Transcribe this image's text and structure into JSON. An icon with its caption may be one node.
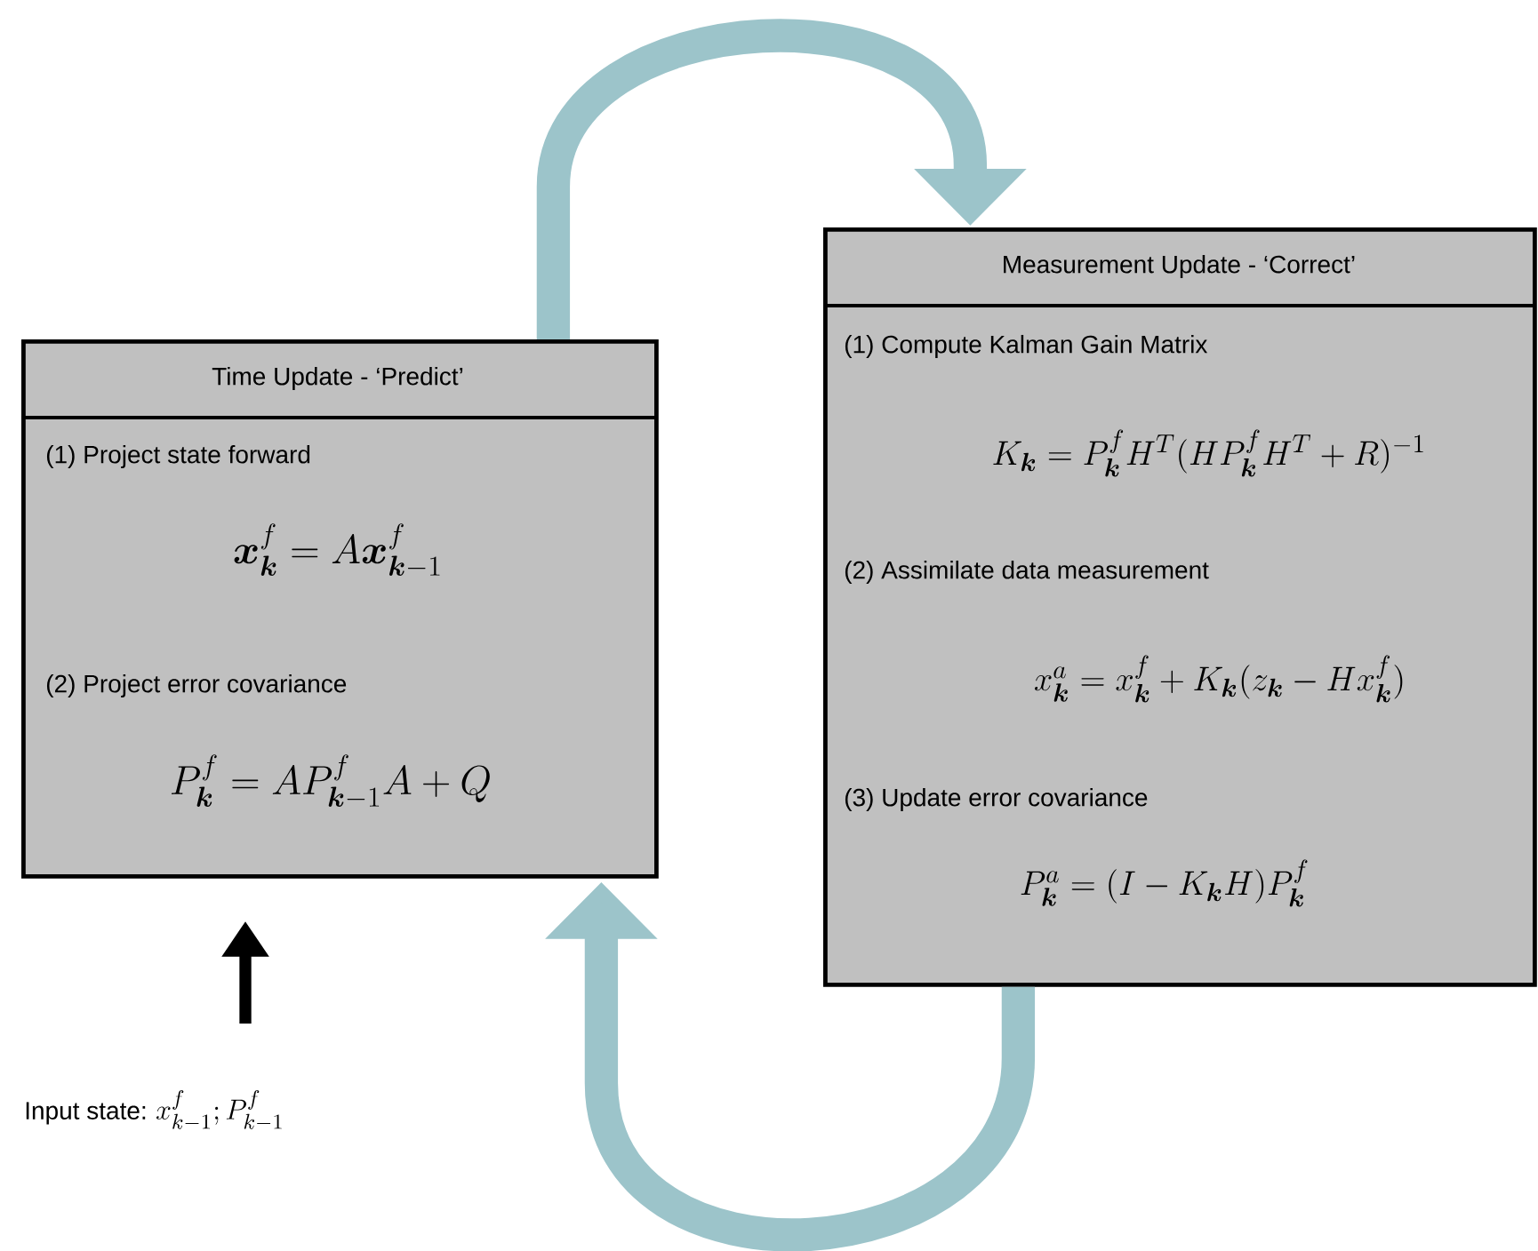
{
  "diagram": {
    "nodes": [
      {
        "text": [
          "Time Update - ‘Predict’",
          "(1) Project state forward",
          "\\bm{x}_{\\bm{k}}^{f} = A\\bm{x}_{\\bm{k}-1}^{f}",
          "(2) Project error covariance",
          "P_{\\bm{k}}^{f} = AP_{\\bm{k}-1}^{f}A + Q"
        ]
      },
      {
        "text": [
          "Measurement Update - ‘Correct’",
          "(1) Compute Kalman Gain Matrix",
          "K_{\\bm{k}} = P_{\\bm{k}}^{f}H^{T}(HP_{\\bm{k}}^{f}H^{T} + R)^{-1}",
          "(2) Assimilate data measurement",
          "x_{\\bm{k}}^{a} = x_{\\bm{k}}^{f} + K_{\\bm{k}}(z_{\\bm{k}} - Hx_{\\bm{k}}^{f})",
          "(3) Update error covariance",
          "P_{\\bm{k}}^{a} = (I - K_{\\bm{k}}H)P_{\\bm{k}}^{f}"
        ]
      },
      {
        "text": [
          "Input state:",
          "x_{k-1}^{f};P_{k-1}^{f}"
        ]
      }
    ],
    "edges": [
      {
        "from": 0,
        "to": 1,
        "arrow": "to"
      },
      {
        "from": 1,
        "to": 0,
        "arrow": "to"
      },
      {
        "from": 2,
        "to": 0,
        "arrow": "to",
        "color": "#000000"
      }
    ]
  }
}
